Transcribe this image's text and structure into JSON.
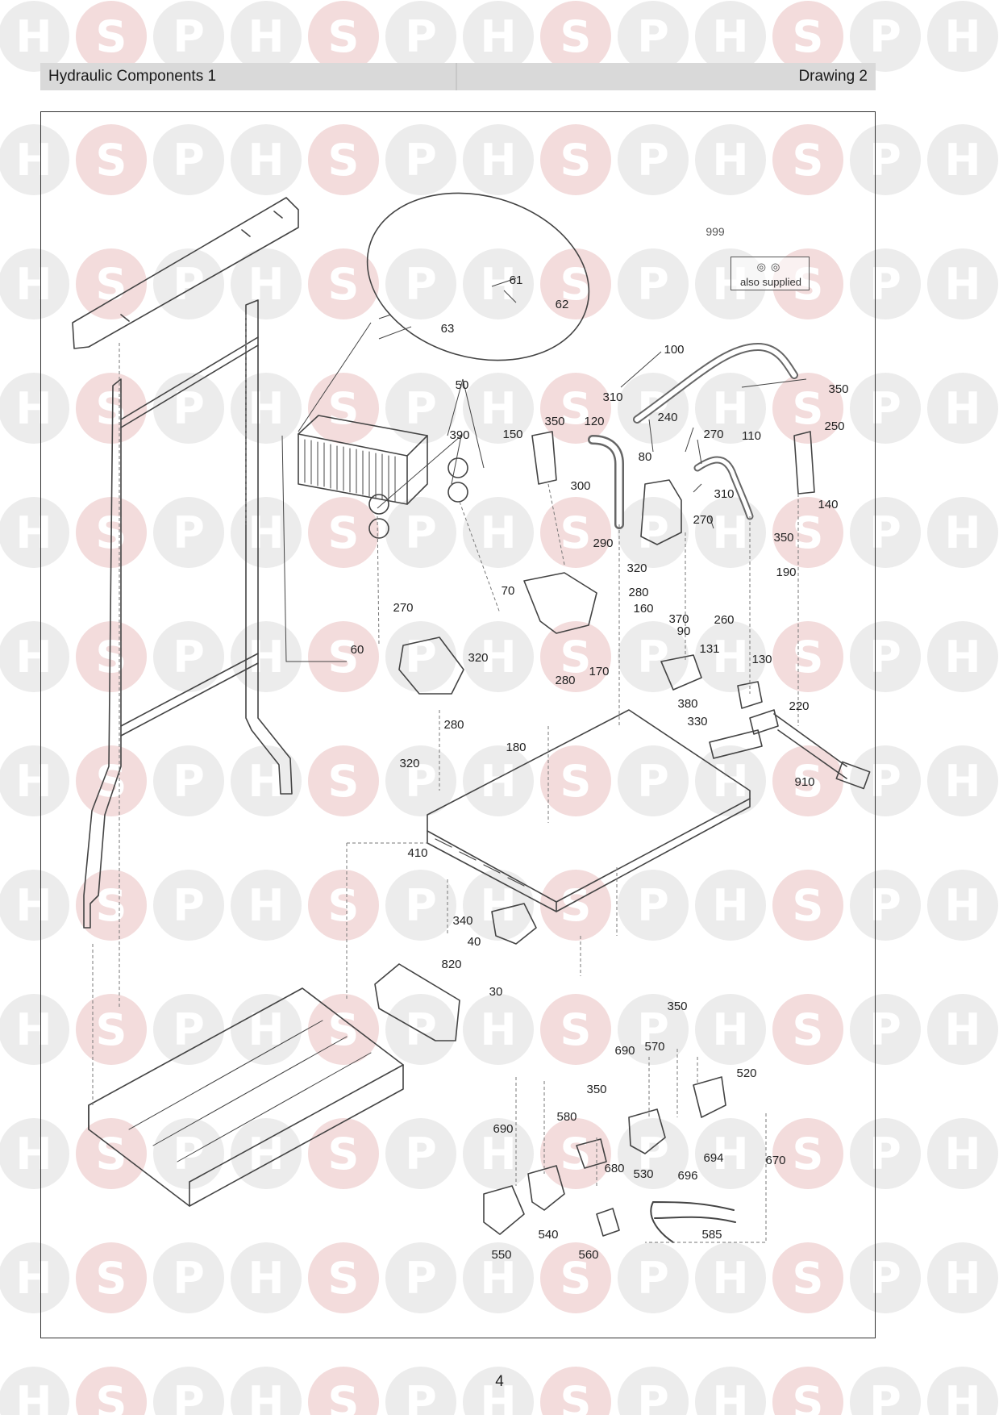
{
  "header": {
    "section_title": "Hydraulic Components 1",
    "drawing_label": "Drawing 2"
  },
  "watermark": {
    "letters": [
      "H",
      "S",
      "P"
    ],
    "colors": {
      "h": "#ececec",
      "s": "#f3dcdc",
      "p": "#ececec",
      "letter": "#ffffff"
    }
  },
  "supplied_box": {
    "part_number": "999",
    "caption": "also supplied"
  },
  "part_labels": [
    "50",
    "60",
    "61",
    "62",
    "63",
    "70",
    "80",
    "90",
    "100",
    "110",
    "120",
    "130",
    "131",
    "140",
    "150",
    "160",
    "170",
    "180",
    "190",
    "220",
    "240",
    "250",
    "260",
    "270",
    "280",
    "290",
    "300",
    "310",
    "320",
    "330",
    "340",
    "350",
    "370",
    "380",
    "390",
    "410",
    "40",
    "30",
    "520",
    "530",
    "540",
    "550",
    "560",
    "570",
    "580",
    "585",
    "670",
    "680",
    "690",
    "694",
    "696",
    "820",
    "910"
  ],
  "page_number": "4"
}
